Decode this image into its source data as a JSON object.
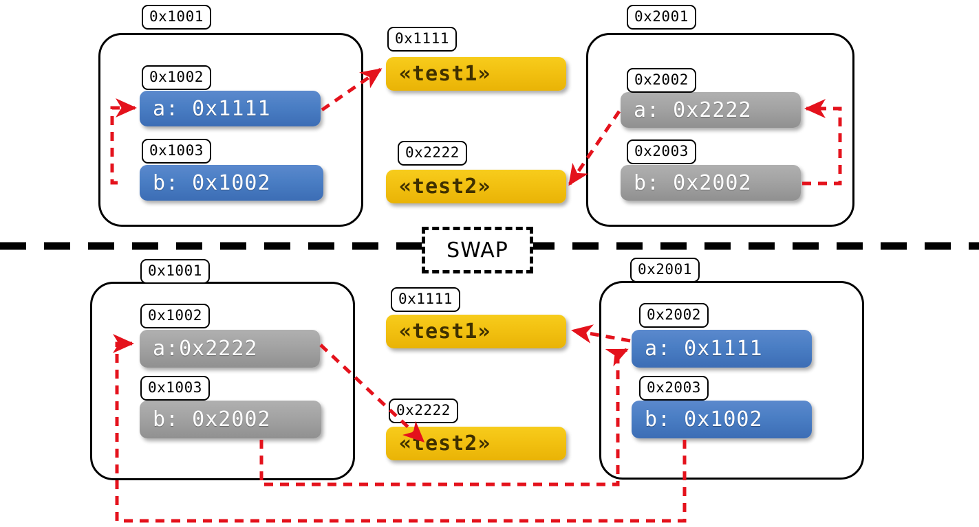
{
  "diagram": {
    "title": "Pointer swap memory diagram",
    "divider_label": "SWAP",
    "colors": {
      "blue": "#4a7ec4",
      "gray": "#a3a3a3",
      "yellow": "#f2c111",
      "arrow_red": "#e4121c",
      "outline_black": "#000000"
    }
  },
  "before": {
    "left_frame": {
      "address": "0x1001"
    },
    "right_frame": {
      "address": "0x2001"
    },
    "left_cells": [
      {
        "address": "0x1002",
        "value": "a: 0x1111",
        "color": "blue"
      },
      {
        "address": "0x1003",
        "value": "b: 0x1002",
        "color": "blue"
      }
    ],
    "right_cells": [
      {
        "address": "0x2002",
        "value": "a: 0x2222",
        "color": "gray"
      },
      {
        "address": "0x2003",
        "value": "b: 0x2002",
        "color": "gray"
      }
    ],
    "middle_cells": [
      {
        "address": "0x1111",
        "value": "«test1»",
        "color": "yellow"
      },
      {
        "address": "0x2222",
        "value": "«test2»",
        "color": "yellow"
      }
    ]
  },
  "after": {
    "left_frame": {
      "address": "0x1001"
    },
    "right_frame": {
      "address": "0x2001"
    },
    "left_cells": [
      {
        "address": "0x1002",
        "value": "a:0x2222",
        "color": "gray"
      },
      {
        "address": "0x1003",
        "value": "b: 0x2002",
        "color": "gray"
      }
    ],
    "right_cells": [
      {
        "address": "0x2002",
        "value": "a: 0x1111",
        "color": "blue"
      },
      {
        "address": "0x2003",
        "value": "b: 0x1002",
        "color": "blue"
      }
    ],
    "middle_cells": [
      {
        "address": "0x1111",
        "value": "«test1»",
        "color": "yellow"
      },
      {
        "address": "0x2222",
        "value": "«test2»",
        "color": "yellow"
      }
    ]
  }
}
